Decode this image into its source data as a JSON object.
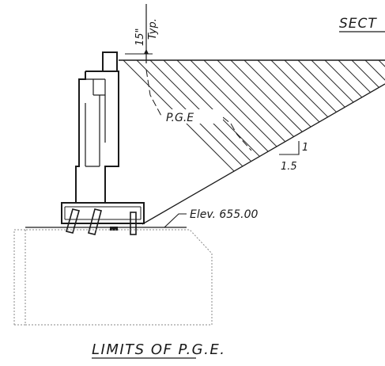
{
  "labels": {
    "section_title": "SECT",
    "dimension_value": "15\"",
    "dimension_note": "Typ.",
    "fill_material": "P.G.E",
    "slope_rise": "1",
    "slope_run": "1.5",
    "elevation": "Elev. 655.00",
    "caption": "LIMITS OF P.G.E."
  },
  "slope": {
    "rise": 1,
    "run": 1.5
  },
  "colors": {
    "ink": "#1a1a1a",
    "hatch": "#2a2a2a",
    "light_ink": "#8a8a8a",
    "background": "#ffffff"
  }
}
